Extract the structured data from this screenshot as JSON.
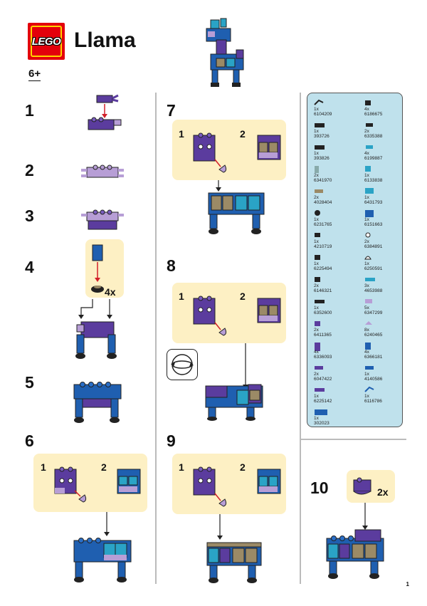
{
  "header": {
    "brand": "LEGO",
    "title": "Llama",
    "age": "6+"
  },
  "steps": {
    "s1": "1",
    "s2": "2",
    "s3": "3",
    "s4": "4",
    "s5": "5",
    "s6": "6",
    "s7": "7",
    "s8": "8",
    "s9": "9",
    "s10": "10"
  },
  "substeps": {
    "one": "1",
    "two": "2"
  },
  "multipliers": {
    "step4": "4x",
    "step10": "2x"
  },
  "inventory": [
    {
      "qty": "1x",
      "id": "6104209"
    },
    {
      "qty": "4x",
      "id": "6186675"
    },
    {
      "qty": "1x",
      "id": "393726"
    },
    {
      "qty": "2x",
      "id": "6335388"
    },
    {
      "qty": "1x",
      "id": "393826"
    },
    {
      "qty": "4x",
      "id": "6199887"
    },
    {
      "qty": "2x",
      "id": "6341970"
    },
    {
      "qty": "1x",
      "id": "6133838"
    },
    {
      "qty": "2x",
      "id": "4028404"
    },
    {
      "qty": "1x",
      "id": "6431793"
    },
    {
      "qty": "1x",
      "id": "6231765"
    },
    {
      "qty": "1x",
      "id": "6151663"
    },
    {
      "qty": "1x",
      "id": "4210719"
    },
    {
      "qty": "2x",
      "id": "6384891"
    },
    {
      "qty": "1x",
      "id": "6225494"
    },
    {
      "qty": "1x",
      "id": "6250591"
    },
    {
      "qty": "2x",
      "id": "6146321"
    },
    {
      "qty": "3x",
      "id": "4653988"
    },
    {
      "qty": "1x",
      "id": "6352600"
    },
    {
      "qty": "5x",
      "id": "6347299"
    },
    {
      "qty": "2x",
      "id": "6411365"
    },
    {
      "qty": "8x",
      "id": "6240465"
    },
    {
      "qty": "4x",
      "id": "6336093"
    },
    {
      "qty": "4x",
      "id": "6366181"
    },
    {
      "qty": "2x",
      "id": "6047422"
    },
    {
      "qty": "1x",
      "id": "4140586"
    },
    {
      "qty": "1x",
      "id": "6225142"
    },
    {
      "qty": "1x",
      "id": "6116786"
    },
    {
      "qty": "1x",
      "id": "302023"
    }
  ],
  "page_number": "1",
  "colors": {
    "purple": "#5b3c9e",
    "lavender": "#b79ed6",
    "blue": "#1f5fb0",
    "teal": "#2aa3c6",
    "tan": "#9b8a66",
    "dark": "#222222",
    "arrow_red": "#d2202a",
    "highlight": "#fdf0c4",
    "inventory_bg": "#bfe1ec"
  }
}
